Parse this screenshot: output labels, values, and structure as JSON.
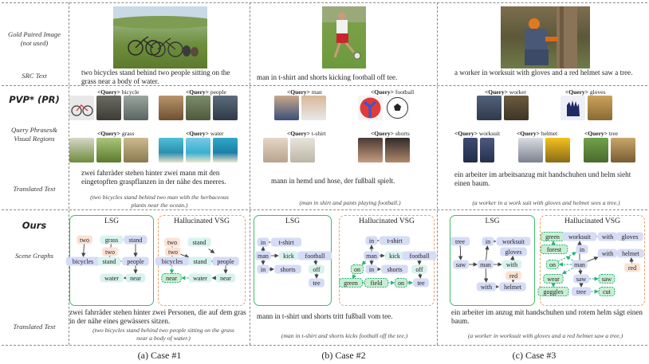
{
  "row_labels": {
    "gold": "Gold Paired Image (not used)",
    "src": "SRC Text",
    "pvp": "PVP* (PR)",
    "query": "Query Phrases& Visual Regions",
    "translated": "Translated Text",
    "ours": "Ours",
    "scene": "Scene Graphs",
    "translated2": "Translated Text"
  },
  "query_tag": "<Query>",
  "cases": [
    {
      "src": "two bicycles stand behind two people sitting on the grass near a body of water.",
      "queries": [
        "bicycle",
        "people",
        "grass",
        "water"
      ],
      "pvp_translation": "zwei fahrräder stehen hinter zwei mann mit den eingetopften graspflanzen in der nähe des meeres.",
      "pvp_gloss": "(two bicycles stand behind two man with the herbaceous plants near the ocean.)",
      "ours_translation": "zwei fahrräder stehen hinter zwei Personen, die auf dem gras in der nähe eines gewässers sitzen.",
      "ours_gloss": "(two bicycles stand behind two people sitting on the grass near a body of water.)",
      "caption": "(a) Case #1"
    },
    {
      "src": "man in t-shirt and shorts kicking football off tee.",
      "queries": [
        "man",
        "football",
        "t-shirt",
        "shorts"
      ],
      "pvp_translation": "mann in hemd und hose, der fußball spielt.",
      "pvp_gloss": "(man in shirt and pants playing football.)",
      "ours_translation": "mann in t-shirt und shorts tritt fußball vom tee.",
      "ours_gloss": "(man in t-shirt and shorts kicks football off the tee.)",
      "caption": "(b) Case #2"
    },
    {
      "src": "a worker in worksuit with gloves and a red helmet saw a tree.",
      "queries": [
        "worker",
        "gloves",
        "worksuit",
        "helmet",
        "tree"
      ],
      "pvp_translation": "ein arbeiter im arbeitsanzug mit handschuhen und helm sieht einen baum.",
      "pvp_gloss": "(a worker in a work suit with gloves and helmet sees a tree.)",
      "ours_translation": "ein arbeiter im anzug mit handschuhen und rotem helm sägt einen baum.",
      "ours_gloss": "(a worker in worksuit with gloves and a red helmet saw a tree.)",
      "caption": "(c) Case #3"
    }
  ],
  "graph_titles": {
    "lsg": "LSG",
    "vsg": "Hallucinated VSG"
  },
  "graphs": {
    "c1_lsg": [
      "two",
      "grass",
      "stand",
      "two",
      "bicycles",
      "stand",
      "people",
      "water",
      "near"
    ],
    "c1_vsg": [
      "two",
      "stand",
      "two",
      "bicycles",
      "stand",
      "people",
      "near",
      "water",
      "near"
    ],
    "c2_lsg": [
      "in",
      "t-shirt",
      "man",
      "kick",
      "football",
      "in",
      "shorts",
      "off",
      "tee"
    ],
    "c2_vsg": [
      "in",
      "t-shirt",
      "man",
      "kick",
      "football",
      "on",
      "in",
      "shorts",
      "off",
      "green",
      "field",
      "on",
      "tee"
    ],
    "c3_lsg": [
      "tree",
      "in",
      "worksuit",
      "gloves",
      "saw",
      "man",
      "with",
      "red",
      "with",
      "helmet"
    ],
    "c3_vsg": [
      "green",
      "worksuit",
      "with",
      "gloves",
      "forest",
      "in",
      "with",
      "helmet",
      "on",
      "man",
      "red",
      "wear",
      "saw",
      "saw",
      "goggles",
      "tree",
      "cut"
    ]
  },
  "colors": {
    "object": "#d6dcf6",
    "relation": "#d8f3ee",
    "attribute": "#fbe2d3",
    "hallucinated": "#c8efd2"
  }
}
